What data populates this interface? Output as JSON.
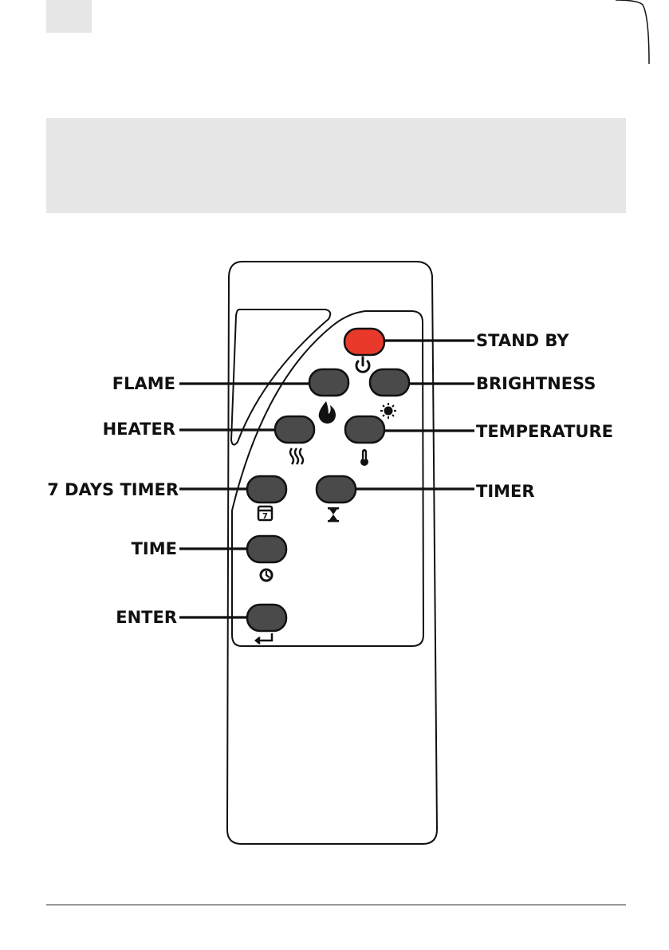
{
  "diagram": {
    "buttons": [
      {
        "id": "standby",
        "label": "STAND BY",
        "icon": "power-icon",
        "color": "#e8392a"
      },
      {
        "id": "flame",
        "label": "FLAME",
        "icon": "flame-icon",
        "color": "#4a4a4a"
      },
      {
        "id": "brightness",
        "label": "BRIGHTNESS",
        "icon": "brightness-icon",
        "color": "#4a4a4a"
      },
      {
        "id": "heater",
        "label": "HEATER",
        "icon": "heat-waves-icon",
        "color": "#4a4a4a"
      },
      {
        "id": "temperature",
        "label": "TEMPERATURE",
        "icon": "thermometer-icon",
        "color": "#4a4a4a"
      },
      {
        "id": "7days",
        "label": "7 DAYS TIMER",
        "icon": "calendar-7-icon",
        "color": "#4a4a4a"
      },
      {
        "id": "timer",
        "label": "TIMER",
        "icon": "hourglass-icon",
        "color": "#4a4a4a"
      },
      {
        "id": "time",
        "label": "TIME",
        "icon": "clock-icon",
        "color": "#4a4a4a"
      },
      {
        "id": "enter",
        "label": "ENTER",
        "icon": "enter-icon",
        "color": "#4a4a4a"
      }
    ]
  }
}
